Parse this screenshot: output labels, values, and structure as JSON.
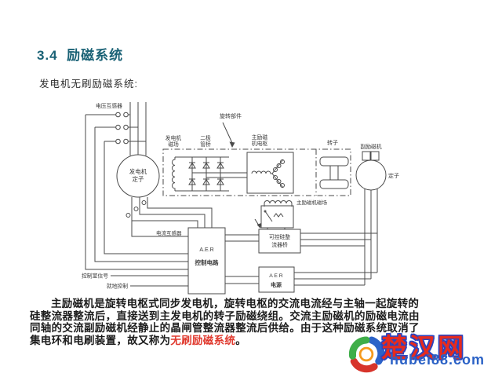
{
  "slide": {
    "title": "3.4  励磁系统",
    "subtitle": "发电机无刷励磁系统:"
  },
  "diagram": {
    "labels": {
      "voltage_transformer": "电压互感器",
      "generator_stator_line1": "发电机",
      "generator_stator_line2": "定子",
      "rotating_parts": "旋转部件",
      "generator_field_line1": "发电机",
      "generator_field_line2": "磁场",
      "diode_bridge_line1": "二极",
      "diode_bridge_line2": "管桥",
      "main_exciter_armature_line1": "主励磁",
      "main_exciter_armature_line2": "机电枢",
      "rotor": "转子",
      "pilot_exciter": "副励磁机",
      "pilot_exciter_stator": "定子",
      "main_exciter_field": "主励磁机磁场",
      "thyristor_bridge_line1": "可控硅整",
      "thyristor_bridge_line2": "流器桥",
      "aer_power_line1": "A E R",
      "aer_power_line2": "电源",
      "aer_control_line1": "A.E.R",
      "aer_control_line2": "控制电路",
      "current_transformer": "电流互感器",
      "control_room_signal": "控制室信号",
      "local_control": "就地控制"
    }
  },
  "paragraph": {
    "line1": "主励磁机是旋转电枢式同步发电机，旋转电枢的交流电流经与主轴一起旋转的",
    "line2": "硅整流器整流后，直接送到主发电机的转子励磁绕组。交流主励磁机的励磁电流由",
    "line3": "同轴的交流副励磁机经静止的晶闸管整流器整流后供给。由于这种励磁系统取消了",
    "line4_prefix": "集电环和电刷装置，故又称为",
    "line4_highlight": "无刷励磁系统",
    "line4_suffix": "。"
  },
  "watermark": {
    "site_name": "楚汉网",
    "site_url": "hubei88.com"
  },
  "colors": {
    "title_teal": "#1a6276",
    "highlight_red": "#e03a2f",
    "logo_red": "#e62b1e",
    "logo_blue": "#2b45c0",
    "diagram_ink": "#4a4a4a"
  }
}
